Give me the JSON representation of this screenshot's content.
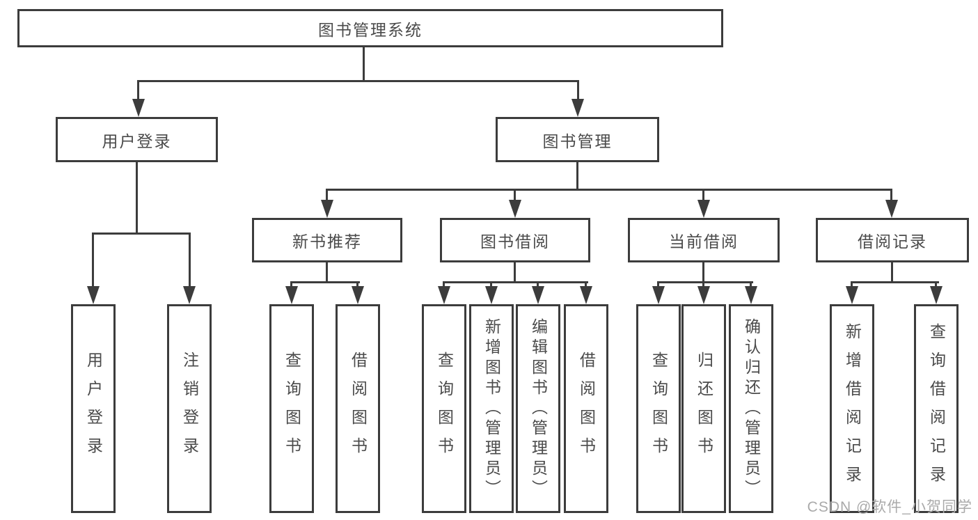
{
  "diagram": {
    "type": "tree",
    "root": {
      "label": "图书管理系统",
      "children": [
        {
          "label": "用户登录",
          "children": [
            {
              "label": "用户登录"
            },
            {
              "label": "注销登录"
            }
          ]
        },
        {
          "label": "图书管理",
          "children": [
            {
              "label": "新书推荐",
              "children": [
                {
                  "label": "查询图书"
                },
                {
                  "label": "借阅图书"
                }
              ]
            },
            {
              "label": "图书借阅",
              "children": [
                {
                  "label": "查询图书"
                },
                {
                  "label": "新增图书（管理员）"
                },
                {
                  "label": "编辑图书（管理员）"
                },
                {
                  "label": "借阅图书"
                }
              ]
            },
            {
              "label": "当前借阅",
              "children": [
                {
                  "label": "查询图书"
                },
                {
                  "label": "归还图书"
                },
                {
                  "label": "确认归还（管理员）"
                }
              ]
            },
            {
              "label": "借阅记录",
              "children": [
                {
                  "label": "新增借阅记录"
                },
                {
                  "label": "查询借阅记录"
                }
              ]
            }
          ]
        }
      ]
    },
    "watermark": "CSDN @软件_小贺同学",
    "colors": {
      "line": "#3c3c3c",
      "text": "#4a4a4a",
      "watermark": "#aaaaaa",
      "background": "#ffffff"
    }
  }
}
